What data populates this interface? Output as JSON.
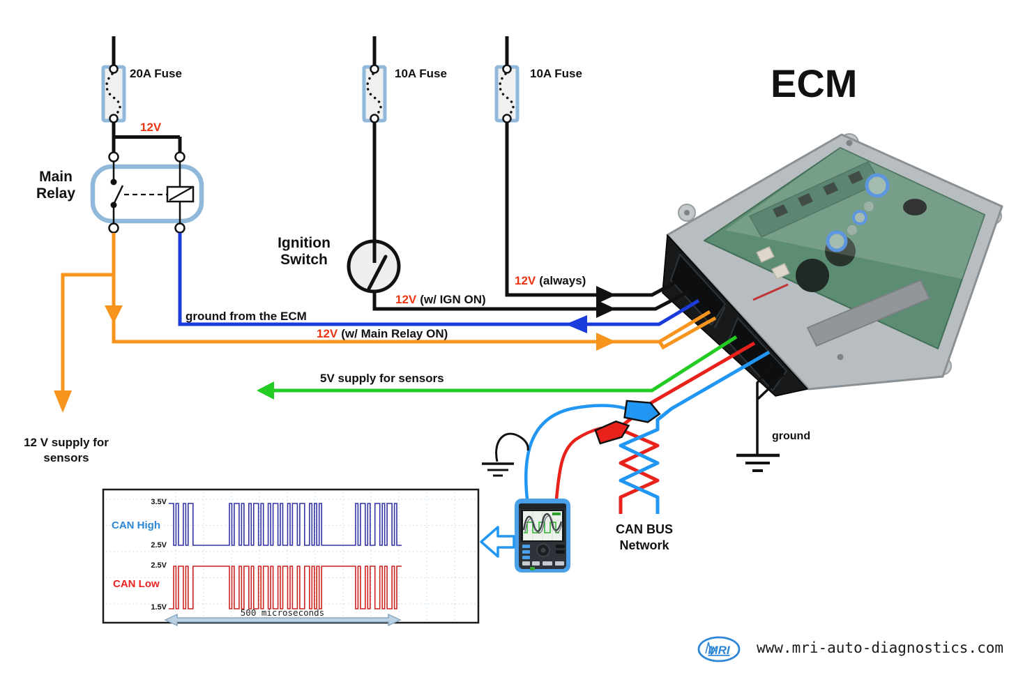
{
  "title": "ECM",
  "fuses": {
    "f20": "20A Fuse",
    "f10_ign": "10A Fuse",
    "f10_batt": "10A Fuse"
  },
  "relay": {
    "name_line1": "Main",
    "name_line2": "Relay"
  },
  "ignition": {
    "name_line1": "Ignition",
    "name_line2": "Switch"
  },
  "wire_labels": {
    "v12": "12V",
    "v12_always_value": "12V",
    "v12_always_text": "(always)",
    "v12_ign_value": "12V",
    "v12_ign_text": "(w/ IGN ON)",
    "ground_from_ecm": "ground from the ECM",
    "v12_main_relay_value": "12V",
    "v12_main_relay_text": "(w/ Main Relay ON)",
    "v5_supply": "5V supply for sensors",
    "v12_supply_line1": "12 V supply for",
    "v12_supply_line2": "sensors",
    "ground": "ground"
  },
  "canbus": {
    "line1": "CAN BUS",
    "line2": "Network"
  },
  "footer": {
    "logo_text": "MRI",
    "website": "www.mri-auto-diagnostics.com"
  },
  "colors": {
    "wire_black": "#111111",
    "wire_orange": "#F7941D",
    "wire_blue": "#1A3CDB",
    "wire_green": "#22CC22",
    "wire_red": "#E8221A",
    "wire_lightblue": "#2196F3",
    "component_outline": "#8FB8DA",
    "label_red": "#EE3311"
  },
  "chart_data": {
    "type": "line",
    "title": "",
    "x_label": "500 microseconds",
    "x_span_microseconds": 500,
    "grid": true,
    "legend_position": "left",
    "series": [
      {
        "name": "CAN High",
        "label_color": "#2E86D4",
        "trace_color": "#3333A6",
        "idle_v": 2.5,
        "active_v": 3.5,
        "tick_top": "3.5V",
        "tick_bottom": "2.5V"
      },
      {
        "name": "CAN Low",
        "label_color": "#EE2222",
        "trace_color": "#CC2222",
        "idle_v": 2.5,
        "active_v": 1.5,
        "tick_top": "2.5V",
        "tick_bottom": "1.5V"
      }
    ],
    "bits": "110100101100-------------1011010010110100101101001011011001010100------------1011010011010110100"
  }
}
